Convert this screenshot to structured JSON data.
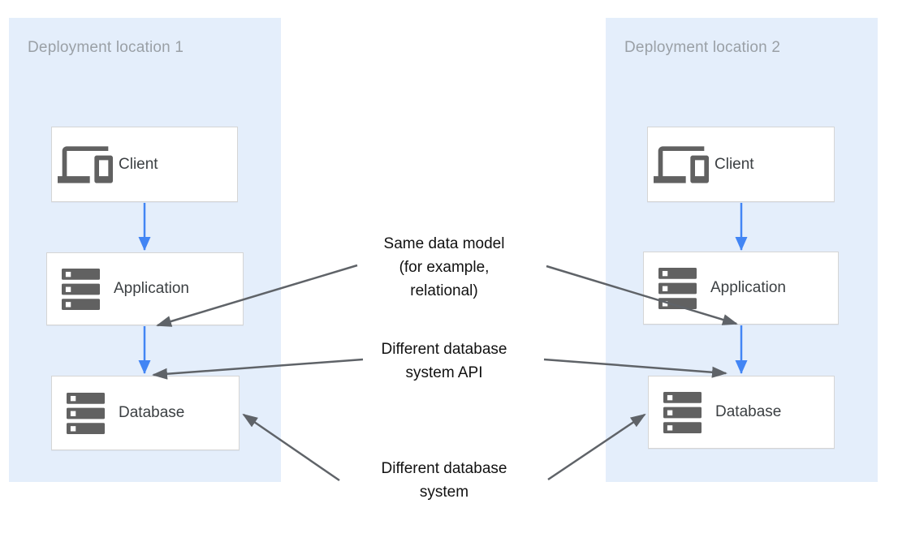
{
  "diagram": {
    "panels": [
      {
        "title": "Deployment location 1",
        "nodes": [
          {
            "label": "Client",
            "icon": "devices-icon"
          },
          {
            "label": "Application",
            "icon": "server-stack-icon"
          },
          {
            "label": "Database",
            "icon": "server-stack-icon"
          }
        ]
      },
      {
        "title": "Deployment location 2",
        "nodes": [
          {
            "label": "Client",
            "icon": "devices-icon"
          },
          {
            "label": "Application",
            "icon": "server-stack-icon"
          },
          {
            "label": "Database",
            "icon": "server-stack-icon"
          }
        ]
      }
    ],
    "annotations": [
      {
        "text": "Same data model\n(for example,\nrelational)"
      },
      {
        "text": "Different database\nsystem API"
      },
      {
        "text": "Different database\nsystem"
      }
    ],
    "flows": [
      "Client to Application (location 1)",
      "Application to Database (location 1)",
      "Client to Application (location 2)",
      "Application to Database (location 2)"
    ],
    "colors": {
      "panel_bg": "#e4eefb",
      "box_bg": "#ffffff",
      "box_border": "#d5d5d5",
      "flow_arrow": "#4285f4",
      "annotation_arrow": "#5f6368",
      "icon": "#616161",
      "panel_title": "#9aa0a6",
      "node_label": "#3c4043",
      "annotation_text": "#111111"
    }
  }
}
